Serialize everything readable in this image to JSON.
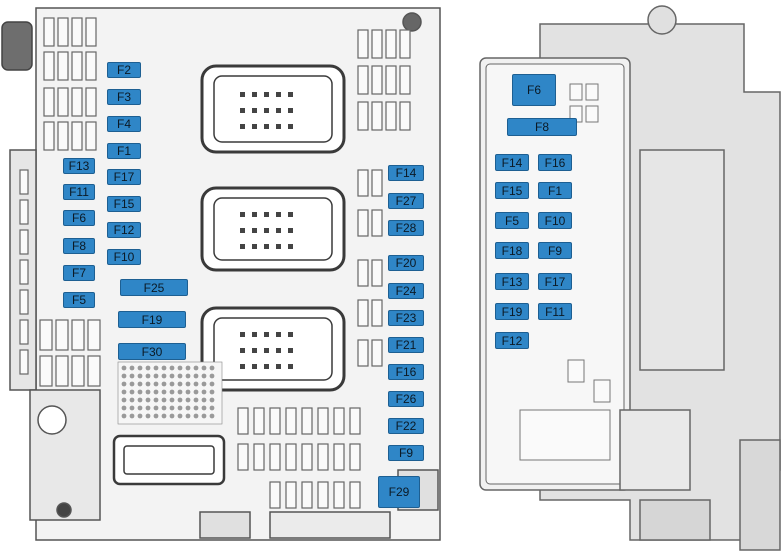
{
  "colors": {
    "fuse_blue": "#2f86c7",
    "housing": "#eeeeee",
    "outline": "#555555"
  },
  "left_box": {
    "left_col": [
      "F13",
      "F11",
      "F6",
      "F8",
      "F7",
      "F5"
    ],
    "mid_col": [
      "F2",
      "F3",
      "F4",
      "F1",
      "F17",
      "F15",
      "F12",
      "F10"
    ],
    "wide": [
      "F25",
      "F19",
      "F30"
    ],
    "right_col": [
      "F14",
      "F27",
      "F28",
      "F20",
      "F24",
      "F23",
      "F21",
      "F16",
      "F26",
      "F22",
      "F9"
    ],
    "bottom": "F29"
  },
  "right_box": {
    "top": [
      "F6",
      "F8"
    ],
    "col_a": [
      "F14",
      "F15",
      "F5",
      "F18",
      "F13",
      "F19",
      "F12"
    ],
    "col_b": [
      "F16",
      "F1",
      "F10",
      "F9",
      "F17",
      "F11"
    ]
  }
}
